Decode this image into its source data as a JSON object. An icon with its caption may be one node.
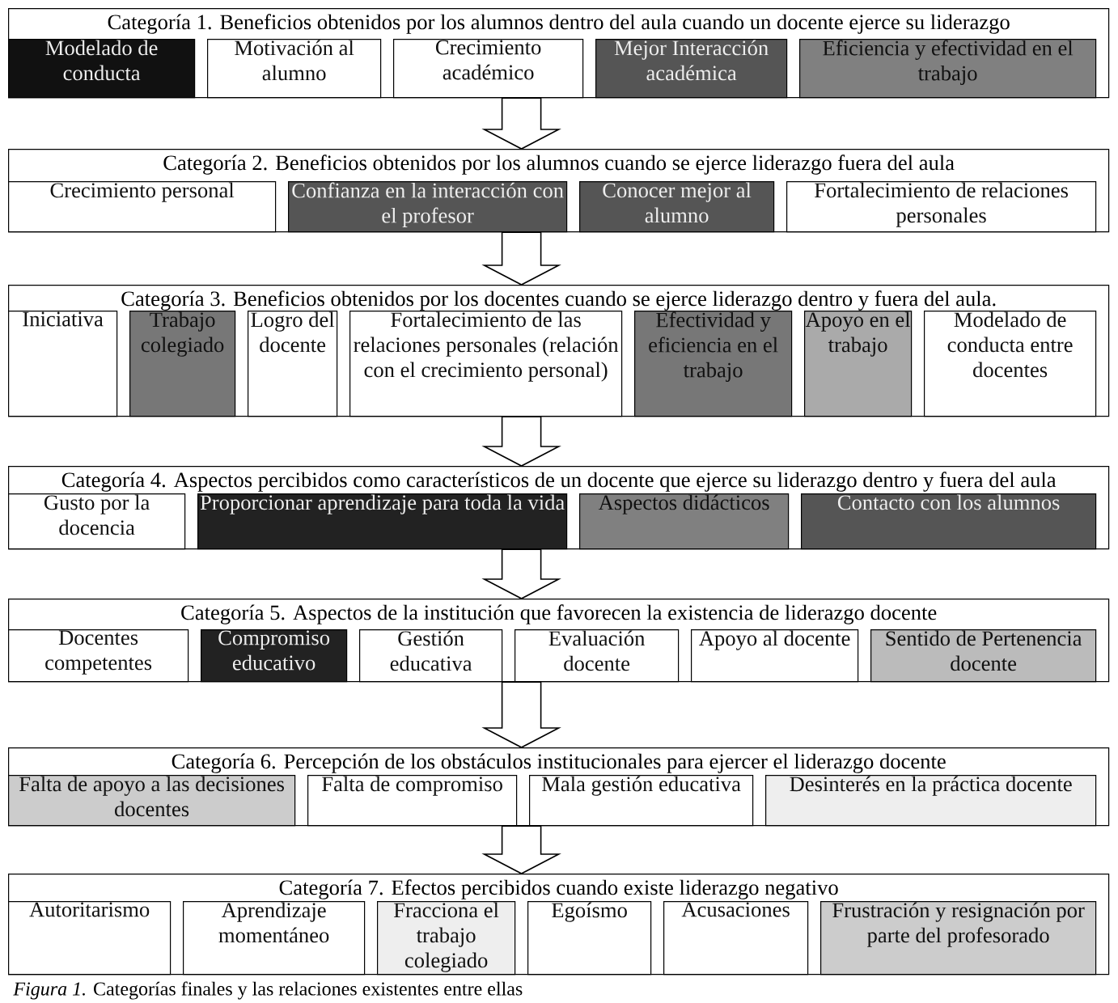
{
  "diagram": {
    "caption": "*Figura 1.* Categorías finales y las relaciones existentes entre ellas",
    "nodes": [
      {
        "text": [
          "Categoría 1. Beneficios obtenidos por los alumnos dentro del aula cuando un docente ejerce su liderazgo"
        ]
      },
      {
        "text": [
          "Modelado de conducta"
        ],
        "in": 0
      },
      {
        "text": [
          "Motivación al alumno"
        ],
        "in": 0
      },
      {
        "text": [
          "Crecimiento académico"
        ],
        "in": 0
      },
      {
        "text": [
          "Mejor Interacción académica"
        ],
        "in": 0
      },
      {
        "text": [
          "Eficiencia y efectividad en el trabajo"
        ],
        "in": 0
      },
      {
        "text": [
          "Categoría 2. Beneficios obtenidos por los alumnos cuando se ejerce liderazgo fuera del aula"
        ]
      },
      {
        "text": [
          "Crecimiento personal"
        ],
        "in": 6
      },
      {
        "text": [
          "Confianza en la interacción con el profesor"
        ],
        "in": 6
      },
      {
        "text": [
          "Conocer mejor al alumno"
        ],
        "in": 6
      },
      {
        "text": [
          "Fortalecimiento de relaciones personales"
        ],
        "in": 6
      },
      {
        "text": [
          "Categoría 3. Beneficios obtenidos por los docentes cuando se ejerce liderazgo dentro y fuera del aula."
        ]
      },
      {
        "text": [
          "Iniciativa"
        ],
        "in": 11
      },
      {
        "text": [
          "Trabajo colegiado"
        ],
        "in": 11
      },
      {
        "text": [
          "Logro del docente"
        ],
        "in": 11
      },
      {
        "text": [
          "Fortalecimiento de las relaciones personales (relación con el crecimiento personal)"
        ],
        "in": 11
      },
      {
        "text": [
          "Efectividad y eficiencia en el trabajo"
        ],
        "in": 11
      },
      {
        "text": [
          "Apoyo en el trabajo"
        ],
        "in": 11
      },
      {
        "text": [
          "Modelado de conducta entre docentes"
        ],
        "in": 11
      },
      {
        "text": [
          "Categoría 4. Aspectos percibidos como característicos de un docente que ejerce su liderazgo dentro y fuera del aula"
        ]
      },
      {
        "text": [
          "Gusto por la docencia"
        ],
        "in": 19
      },
      {
        "text": [
          "Proporcionar aprendizaje para toda la vida"
        ],
        "in": 19
      },
      {
        "text": [
          "Aspectos didácticos"
        ],
        "in": 19
      },
      {
        "text": [
          "Contacto con los alumnos"
        ],
        "in": 19
      },
      {
        "text": [
          "Categoría 5. Aspectos de la institución que favorecen la existencia de liderazgo docente"
        ]
      },
      {
        "text": [
          "Docentes competentes"
        ],
        "in": 24
      },
      {
        "text": [
          "Compromiso educativo"
        ],
        "in": 24
      },
      {
        "text": [
          "Gestión educativa"
        ],
        "in": 24
      },
      {
        "text": [
          "Evaluación docente"
        ],
        "in": 24
      },
      {
        "text": [
          "Apoyo al docente"
        ],
        "in": 24
      },
      {
        "text": [
          "Sentido de Pertenencia docente"
        ],
        "in": 24
      },
      {
        "text": [
          "Categoría 6. Percepción de los obstáculos institucionales para ejercer el liderazgo docente"
        ]
      },
      {
        "text": [
          "Falta de apoyo a las decisiones docentes"
        ],
        "in": 31
      },
      {
        "text": [
          "Falta de compromiso"
        ],
        "in": 31
      },
      {
        "text": [
          "Mala gestión educativa"
        ],
        "in": 31
      },
      {
        "text": [
          "Desinterés en la práctica docente"
        ],
        "in": 31
      },
      {
        "text": [
          "Categoría 7. Efectos percibidos cuando existe liderazgo negativo"
        ]
      },
      {
        "text": [
          "Autoritarismo"
        ],
        "in": 36
      },
      {
        "text": [
          "Aprendizaje momentáneo"
        ],
        "in": 36
      },
      {
        "text": [
          "Fracciona el trabajo colegiado"
        ],
        "in": 36
      },
      {
        "text": [
          "Egoísmo"
        ],
        "in": 36
      },
      {
        "text": [
          "Acusaciones"
        ],
        "in": 36
      },
      {
        "text": [
          "Frustración y resignación por parte del profesorado"
        ],
        "in": 36
      }
    ],
    "edges": [
      {
        "from": 0,
        "to": 6,
        "arrow": "to"
      },
      {
        "from": 6,
        "to": 11,
        "arrow": "to"
      },
      {
        "from": 11,
        "to": 19,
        "arrow": "to"
      },
      {
        "from": 19,
        "to": 24,
        "arrow": "to"
      },
      {
        "from": 24,
        "to": 31,
        "arrow": "to"
      },
      {
        "from": 31,
        "to": 36,
        "arrow": "to"
      }
    ]
  }
}
